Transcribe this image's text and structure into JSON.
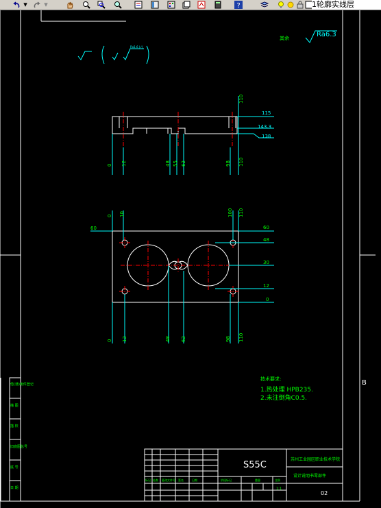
{
  "toolbar": {
    "icons": [
      "undo-arrow",
      "redo-arrow",
      "pan-hand",
      "zoom-realtime",
      "zoom-window",
      "zoom-previous",
      "properties",
      "design-center",
      "tool-palette",
      "sheet-set",
      "markup",
      "calculator",
      "help",
      "layer-manager",
      "layer-on-bulb",
      "layer-freeze-sun",
      "layer-lock",
      "layer-color"
    ],
    "layer_label": "1轮廓实线层"
  },
  "drawing": {
    "roughness_note": "其余",
    "roughness_value": "Ra6.3",
    "roughness_sub": "Ra1.6 (√)",
    "section_dims": [
      "115",
      "143.3",
      "138"
    ],
    "section_vert": [
      "0",
      "12",
      "48",
      "55",
      "62",
      "98",
      "110",
      "110"
    ],
    "plan_top": [
      "0",
      "10",
      "100",
      "110"
    ],
    "plan_left": "60",
    "plan_right": [
      "60",
      "48",
      "30",
      "12",
      "0"
    ],
    "plan_bottom": [
      "0",
      "12",
      "48",
      "62",
      "98",
      "110"
    ],
    "border_letter": "B",
    "tech_title": "技术要求:",
    "tech_items": [
      "1.热处理 HPB235.",
      "2.未注倒角C0.5."
    ],
    "left_labels": [
      "借(通)用件登记",
      "描 图",
      "描 校",
      "旧底图总号",
      "底 号",
      "日 期"
    ],
    "title_block": {
      "material": "S55C",
      "school": "苏州工业园区职业技术学院",
      "drawing_title": "设计说明书零部件",
      "code": "02",
      "scale": "1:1",
      "row_labels": [
        "标记",
        "处数",
        "更改文件号",
        "签名",
        "日期"
      ],
      "col_labels": [
        "阶段标记",
        "重量",
        "比例"
      ]
    }
  }
}
